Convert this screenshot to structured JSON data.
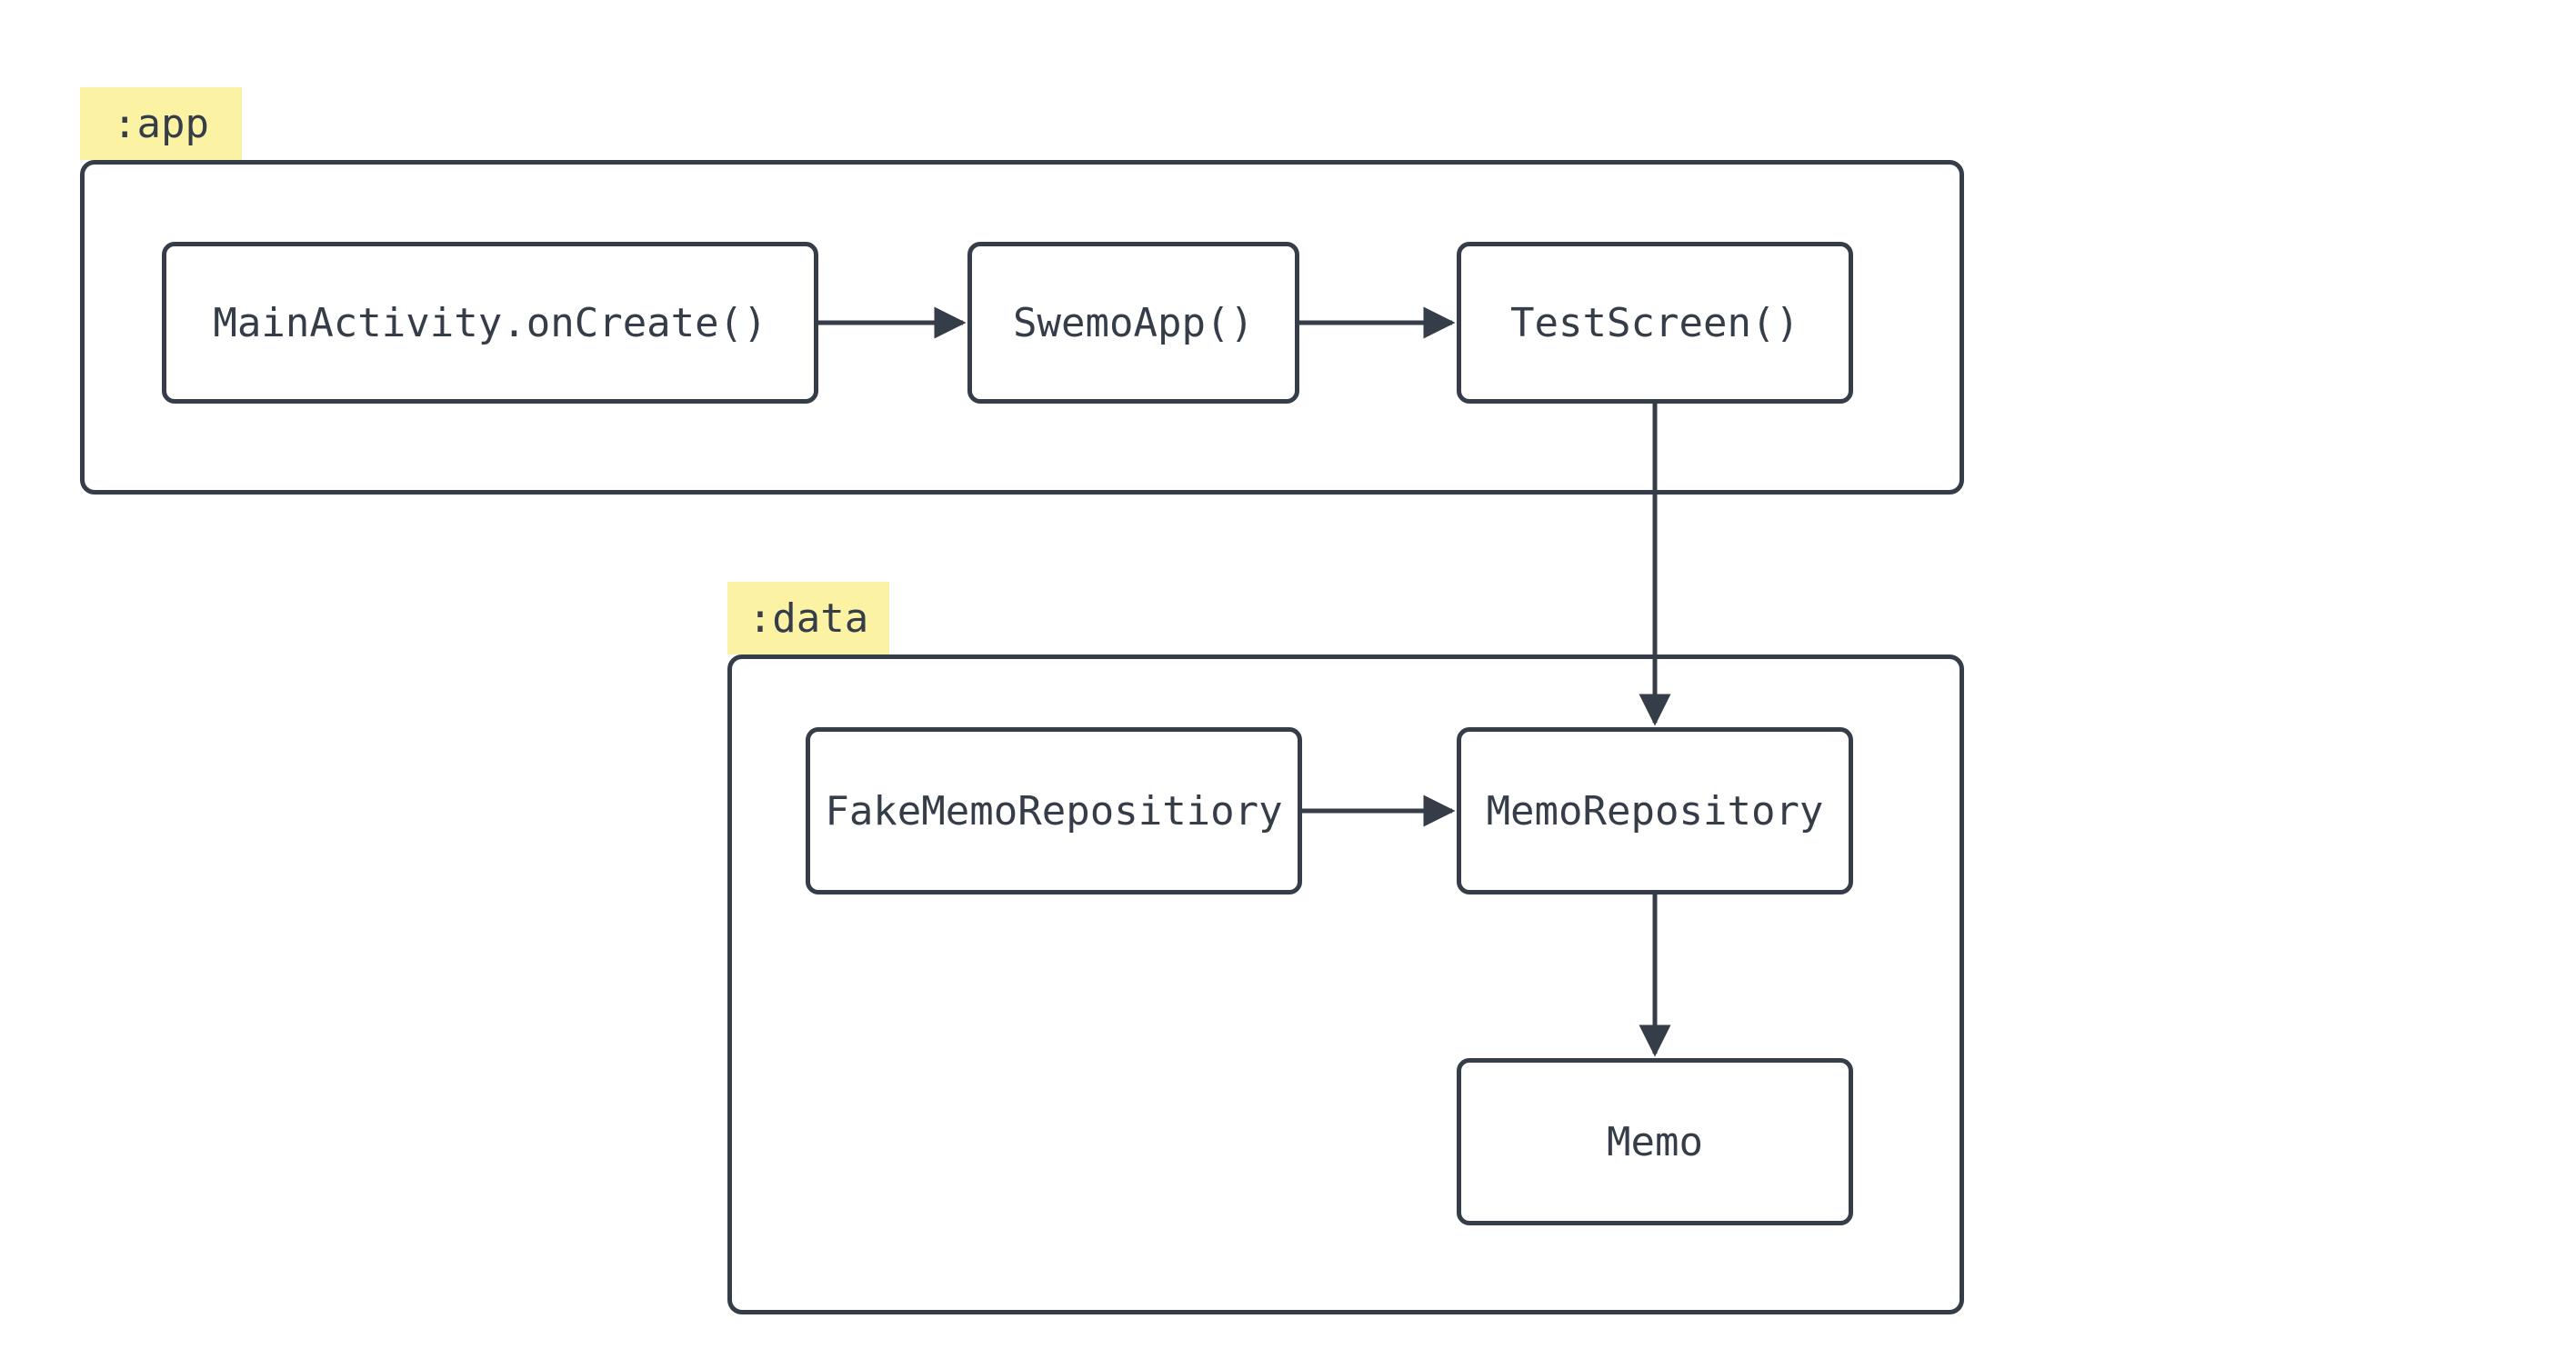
{
  "colors": {
    "stroke": "#353d49",
    "text": "#353d49",
    "group_label_bg": "#fbf2a3",
    "node_bg": "#ffffff",
    "canvas_bg": "#ffffff"
  },
  "diagram": {
    "type": "module-dependency-diagram",
    "groups": [
      {
        "id": "app",
        "label": ":app"
      },
      {
        "id": "data",
        "label": ":data"
      }
    ],
    "nodes": [
      {
        "id": "main_activity",
        "label": "MainActivity.onCreate()",
        "group": "app"
      },
      {
        "id": "swemo_app",
        "label": "SwemoApp()",
        "group": "app"
      },
      {
        "id": "test_screen",
        "label": "TestScreen()",
        "group": "app"
      },
      {
        "id": "fake_memo_repository",
        "label": "FakeMemoRepositiory",
        "group": "data"
      },
      {
        "id": "memo_repository",
        "label": "MemoRepository",
        "group": "data"
      },
      {
        "id": "memo",
        "label": "Memo",
        "group": "data"
      }
    ],
    "edges": [
      {
        "from": "main_activity",
        "to": "swemo_app"
      },
      {
        "from": "swemo_app",
        "to": "test_screen"
      },
      {
        "from": "test_screen",
        "to": "memo_repository"
      },
      {
        "from": "fake_memo_repository",
        "to": "memo_repository"
      },
      {
        "from": "memo_repository",
        "to": "memo"
      }
    ]
  }
}
